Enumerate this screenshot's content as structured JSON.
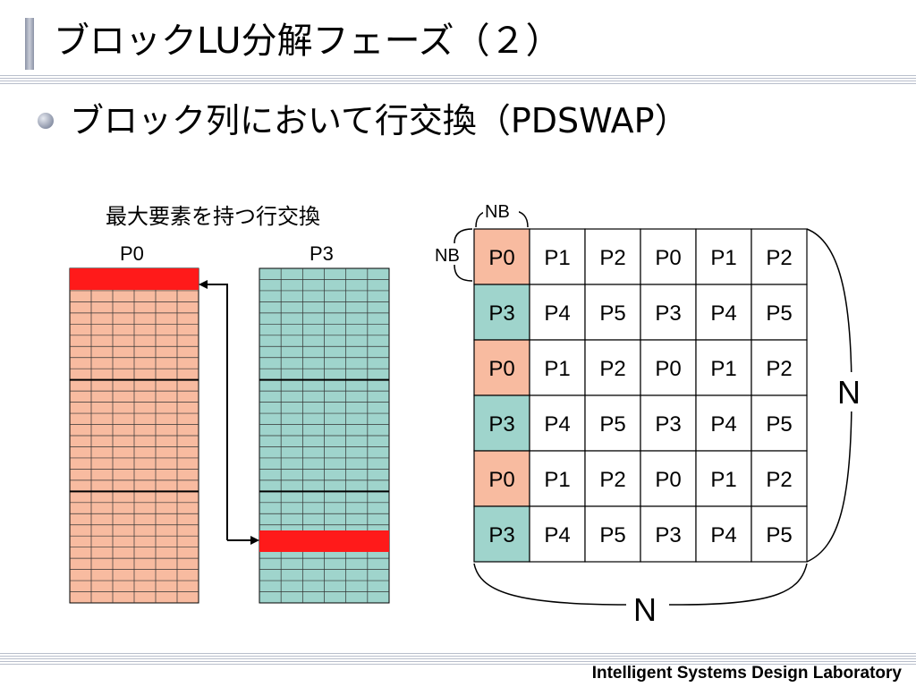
{
  "slide": {
    "title": "ブロックLU分解フェーズ（２）",
    "bullet": "ブロック列において行交換（PDSWAP）",
    "footer": "Intelligent Systems Design Laboratory"
  },
  "left_panel": {
    "caption": "最大要素を持つ行交換",
    "column_labels": [
      "P0",
      "P3"
    ]
  },
  "grid": {
    "rows": [
      [
        "P0",
        "P1",
        "P2",
        "P0",
        "P1",
        "P2"
      ],
      [
        "P3",
        "P4",
        "P5",
        "P3",
        "P4",
        "P5"
      ],
      [
        "P0",
        "P1",
        "P2",
        "P0",
        "P1",
        "P2"
      ],
      [
        "P3",
        "P4",
        "P5",
        "P3",
        "P4",
        "P5"
      ],
      [
        "P0",
        "P1",
        "P2",
        "P0",
        "P1",
        "P2"
      ],
      [
        "P3",
        "P4",
        "P5",
        "P3",
        "P4",
        "P5"
      ]
    ],
    "nb_label_top": "NB",
    "nb_label_left": "NB",
    "n_label_right": "N",
    "n_label_bottom": "N"
  },
  "colors": {
    "p0_fill": "#f8bba0",
    "p3_fill": "#9fd4cc",
    "swap_row": "#ff1a1a",
    "grid_line": "#000000"
  }
}
